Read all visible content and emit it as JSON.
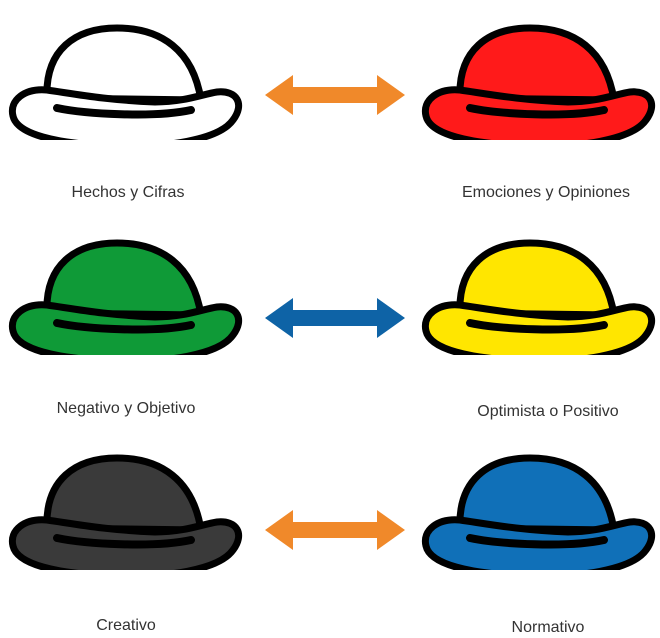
{
  "pairs": [
    {
      "left": {
        "label": "Hechos y Cifras",
        "color": "#ffffff",
        "icon": "white-hat-icon"
      },
      "right": {
        "label": "Emociones y Opiniones",
        "color": "#ff1a1a",
        "icon": "red-hat-icon"
      },
      "arrow": {
        "color": "#f0892a",
        "icon": "double-arrow-icon"
      }
    },
    {
      "left": {
        "label": "Negativo y Objetivo",
        "color": "#0f9a37",
        "icon": "green-hat-icon"
      },
      "right": {
        "label": "Optimista o Positivo",
        "color": "#ffe600",
        "icon": "yellow-hat-icon"
      },
      "arrow": {
        "color": "#0e63a6",
        "icon": "double-arrow-icon"
      }
    },
    {
      "left": {
        "label": "Creativo",
        "color": "#3a3a3a",
        "icon": "black-hat-icon"
      },
      "right": {
        "label": "Normativo",
        "color": "#1070b8",
        "icon": "blue-hat-icon"
      },
      "arrow": {
        "color": "#f0892a",
        "icon": "double-arrow-icon"
      }
    }
  ]
}
